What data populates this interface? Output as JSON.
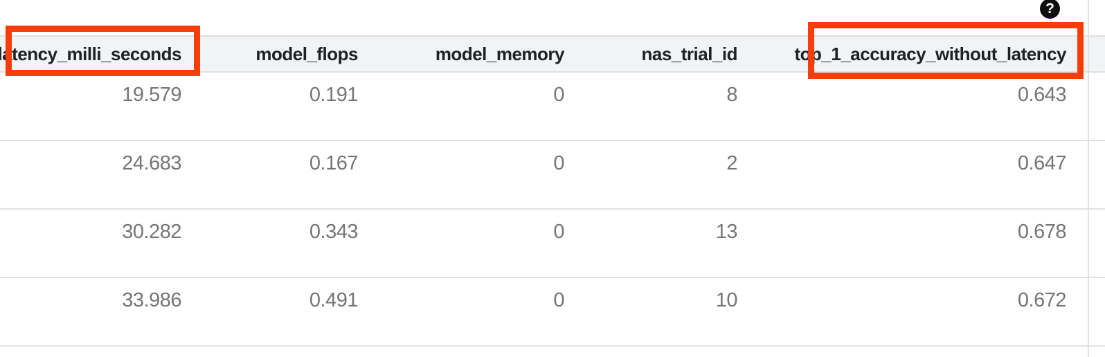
{
  "help": {
    "glyph": "?"
  },
  "annotation": {
    "color": "#f93d08",
    "highlighted_columns": [
      "latency_milli_seconds",
      "top_1_accuracy_without_latency"
    ]
  },
  "table": {
    "columns": [
      {
        "label": "latency_milli_seconds",
        "highlighted": true
      },
      {
        "label": "model_flops",
        "highlighted": false
      },
      {
        "label": "model_memory",
        "highlighted": false
      },
      {
        "label": "nas_trial_id",
        "highlighted": false
      },
      {
        "label": "top_1_accuracy_without_latency",
        "highlighted": true
      }
    ],
    "rows": [
      {
        "latency_milli_seconds": "19.579",
        "model_flops": "0.191",
        "model_memory": "0",
        "nas_trial_id": "8",
        "top_1_accuracy_without_latency": "0.643"
      },
      {
        "latency_milli_seconds": "24.683",
        "model_flops": "0.167",
        "model_memory": "0",
        "nas_trial_id": "2",
        "top_1_accuracy_without_latency": "0.647"
      },
      {
        "latency_milli_seconds": "30.282",
        "model_flops": "0.343",
        "model_memory": "0",
        "nas_trial_id": "13",
        "top_1_accuracy_without_latency": "0.678"
      },
      {
        "latency_milli_seconds": "33.986",
        "model_flops": "0.491",
        "model_memory": "0",
        "nas_trial_id": "10",
        "top_1_accuracy_without_latency": "0.672"
      }
    ],
    "colors": {
      "header_bg": "#f1f3f4",
      "header_text": "#202124",
      "cell_text": "#757575",
      "border": "#e0e0e0"
    }
  }
}
